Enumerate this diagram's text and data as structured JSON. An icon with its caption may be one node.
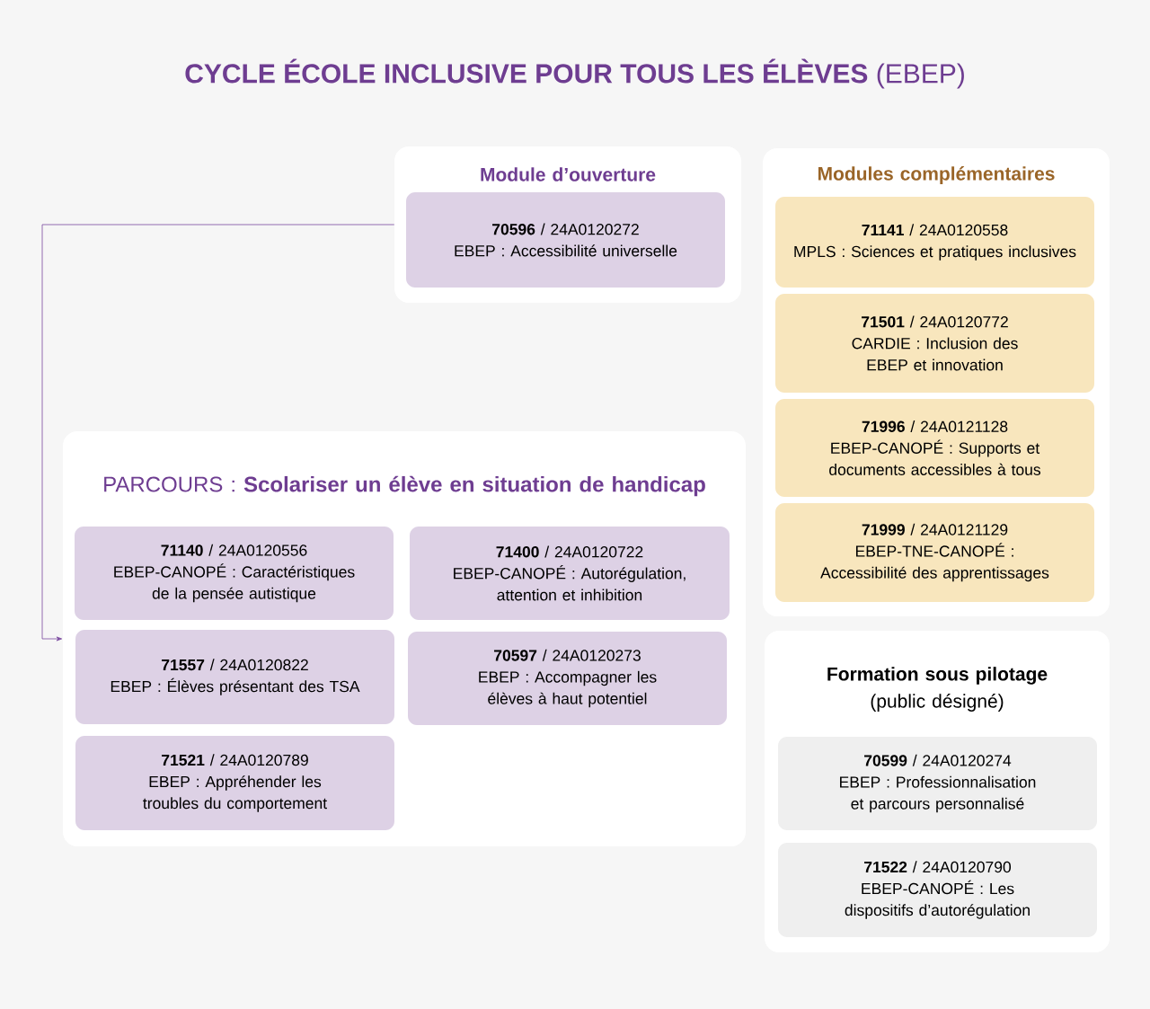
{
  "diagram": {
    "title": "**CYCLE ÉCOLE INCLUSIVE POUR TOUS LES ÉLÈVES** (EBEP)",
    "nodes": [
      {
        "text": [
          "Module d’ouverture"
        ]
      },
      {
        "text": [
          "**70596** / 24A0120272",
          "EBEP : Accessibilité universelle"
        ],
        "in": 0
      },
      {
        "text": [
          "Modules complémentaires"
        ]
      },
      {
        "text": [
          "**71141** / 24A0120558",
          "MPLS : Sciences et pratiques inclusives"
        ],
        "in": 2
      },
      {
        "text": [
          "**71501** / 24A0120772",
          "CARDIE : Inclusion des EBEP et innovation"
        ],
        "in": 2
      },
      {
        "text": [
          "**71996** / 24A0121128",
          "EBEP-CANOPÉ : Supports et documents accessibles à tous"
        ],
        "in": 2
      },
      {
        "text": [
          "**71999** / 24A0121129",
          "EBEP-TNE-CANOPÉ : Accessibilité des apprentissages"
        ],
        "in": 2
      },
      {
        "text": [
          "PARCOURS : **Scolariser un élève en situation de handicap**"
        ]
      },
      {
        "text": [
          "**71140** / 24A0120556",
          "EBEP-CANOPÉ : Caractéristiques de la pensée autistique"
        ],
        "in": 7
      },
      {
        "text": [
          "**71400** / 24A0120722",
          "EBEP-CANOPÉ : Autorégulation, attention et inhibition"
        ],
        "in": 7
      },
      {
        "text": [
          "**71557** / 24A0120822",
          "EBEP : Élèves présentant des TSA"
        ],
        "in": 7
      },
      {
        "text": [
          "**70597** / 24A0120273",
          "EBEP : Accompagner les élèves à haut potentiel"
        ],
        "in": 7
      },
      {
        "text": [
          "**71521** / 24A0120789",
          "EBEP : Appréhender les troubles du comportement"
        ],
        "in": 7
      },
      {
        "text": [
          "Formation sous pilotage",
          "(public désigné)"
        ]
      },
      {
        "text": [
          "**70599** / 24A0120274",
          "EBEP : Professionnalisation et parcours personnalisé"
        ],
        "in": 13
      },
      {
        "text": [
          "**71522** / 24A0120790",
          "EBEP-CANOPÉ : Les dispositifs d’autorégulation"
        ],
        "in": 13
      }
    ],
    "edges": [
      {
        "from": 0,
        "to": 7,
        "arrow": "to"
      }
    ]
  }
}
